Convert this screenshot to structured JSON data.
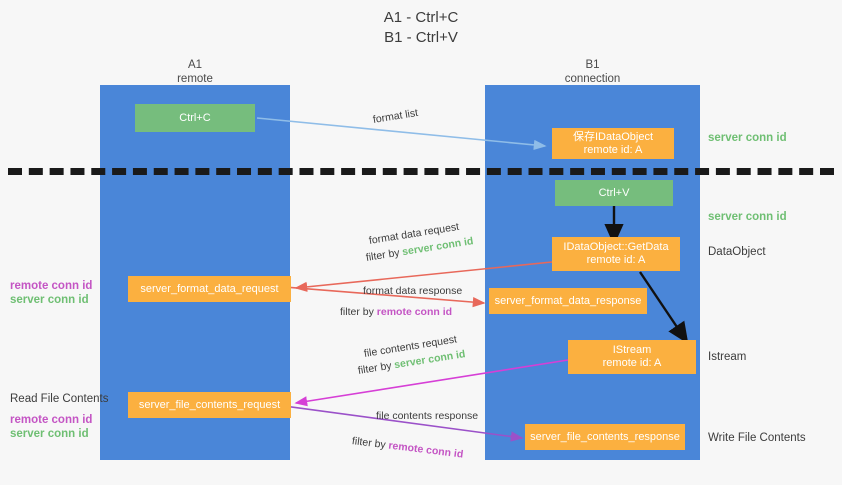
{
  "title": {
    "line1": "A1 - Ctrl+C",
    "line2": "B1 - Ctrl+V"
  },
  "lanes": [
    {
      "name": "A1",
      "sub": "remote"
    },
    {
      "name": "B1",
      "sub": "connection"
    }
  ],
  "nodes": {
    "ctrl_c": {
      "label": "Ctrl+C"
    },
    "ctrl_v": {
      "label": "Ctrl+V"
    },
    "save_dataobject": {
      "line1": "保存IDataObject",
      "line2": "remote id: A"
    },
    "getdata": {
      "line1": "IDataObject::GetData",
      "line2": "remote id: A"
    },
    "istream": {
      "line1": "IStream",
      "line2": "remote id: A"
    },
    "server_format_data_request": {
      "label": "server_format_data_request"
    },
    "server_format_data_response": {
      "label": "server_format_data_response"
    },
    "server_file_contents_request": {
      "label": "server_file_contents_request"
    },
    "server_file_contents_response": {
      "label": "server_file_contents_response"
    }
  },
  "right_annotations": [
    {
      "text": "server conn id",
      "kind": "green"
    },
    {
      "text": "server conn id",
      "kind": "green"
    },
    {
      "text": "DataObject",
      "kind": "plain"
    },
    {
      "text": "Istream",
      "kind": "plain"
    },
    {
      "text": "Write File Contents",
      "kind": "plain"
    }
  ],
  "left_annotations": [
    {
      "text": "remote conn id",
      "kind": "purple"
    },
    {
      "text": "server conn id",
      "kind": "green"
    },
    {
      "text": "Read File Contents",
      "kind": "plain"
    },
    {
      "text": "remote conn id",
      "kind": "purple"
    },
    {
      "text": "server conn id",
      "kind": "green"
    }
  ],
  "arrow_labels": {
    "format_list": "format list",
    "format_data_request": "format data request",
    "format_data_request_filter_pre": "filter by ",
    "format_data_request_filter_key": "server conn id",
    "format_data_response": "format data response",
    "format_data_response_filter_pre": "filter by ",
    "format_data_response_filter_key": "remote conn id",
    "file_contents_request": "file contents request",
    "file_contents_request_filter_pre": "filter by ",
    "file_contents_request_filter_key": "server conn id",
    "file_contents_response": "file contents response",
    "file_contents_response_filter_pre": "filter by ",
    "file_contents_response_filter_key": "remote conn id"
  },
  "colors": {
    "lane": "#4a86d8",
    "green_node": "#76bd7d",
    "orange_node": "#fbb040",
    "green_text": "#6fbf73",
    "purple_text": "#c455c4",
    "arrow_light_blue": "#8fbde8",
    "arrow_red": "#e8685a",
    "arrow_magenta": "#d63fd6",
    "arrow_purple": "#9b51c9",
    "arrow_black": "#111111",
    "background": "#f7f7f7"
  }
}
